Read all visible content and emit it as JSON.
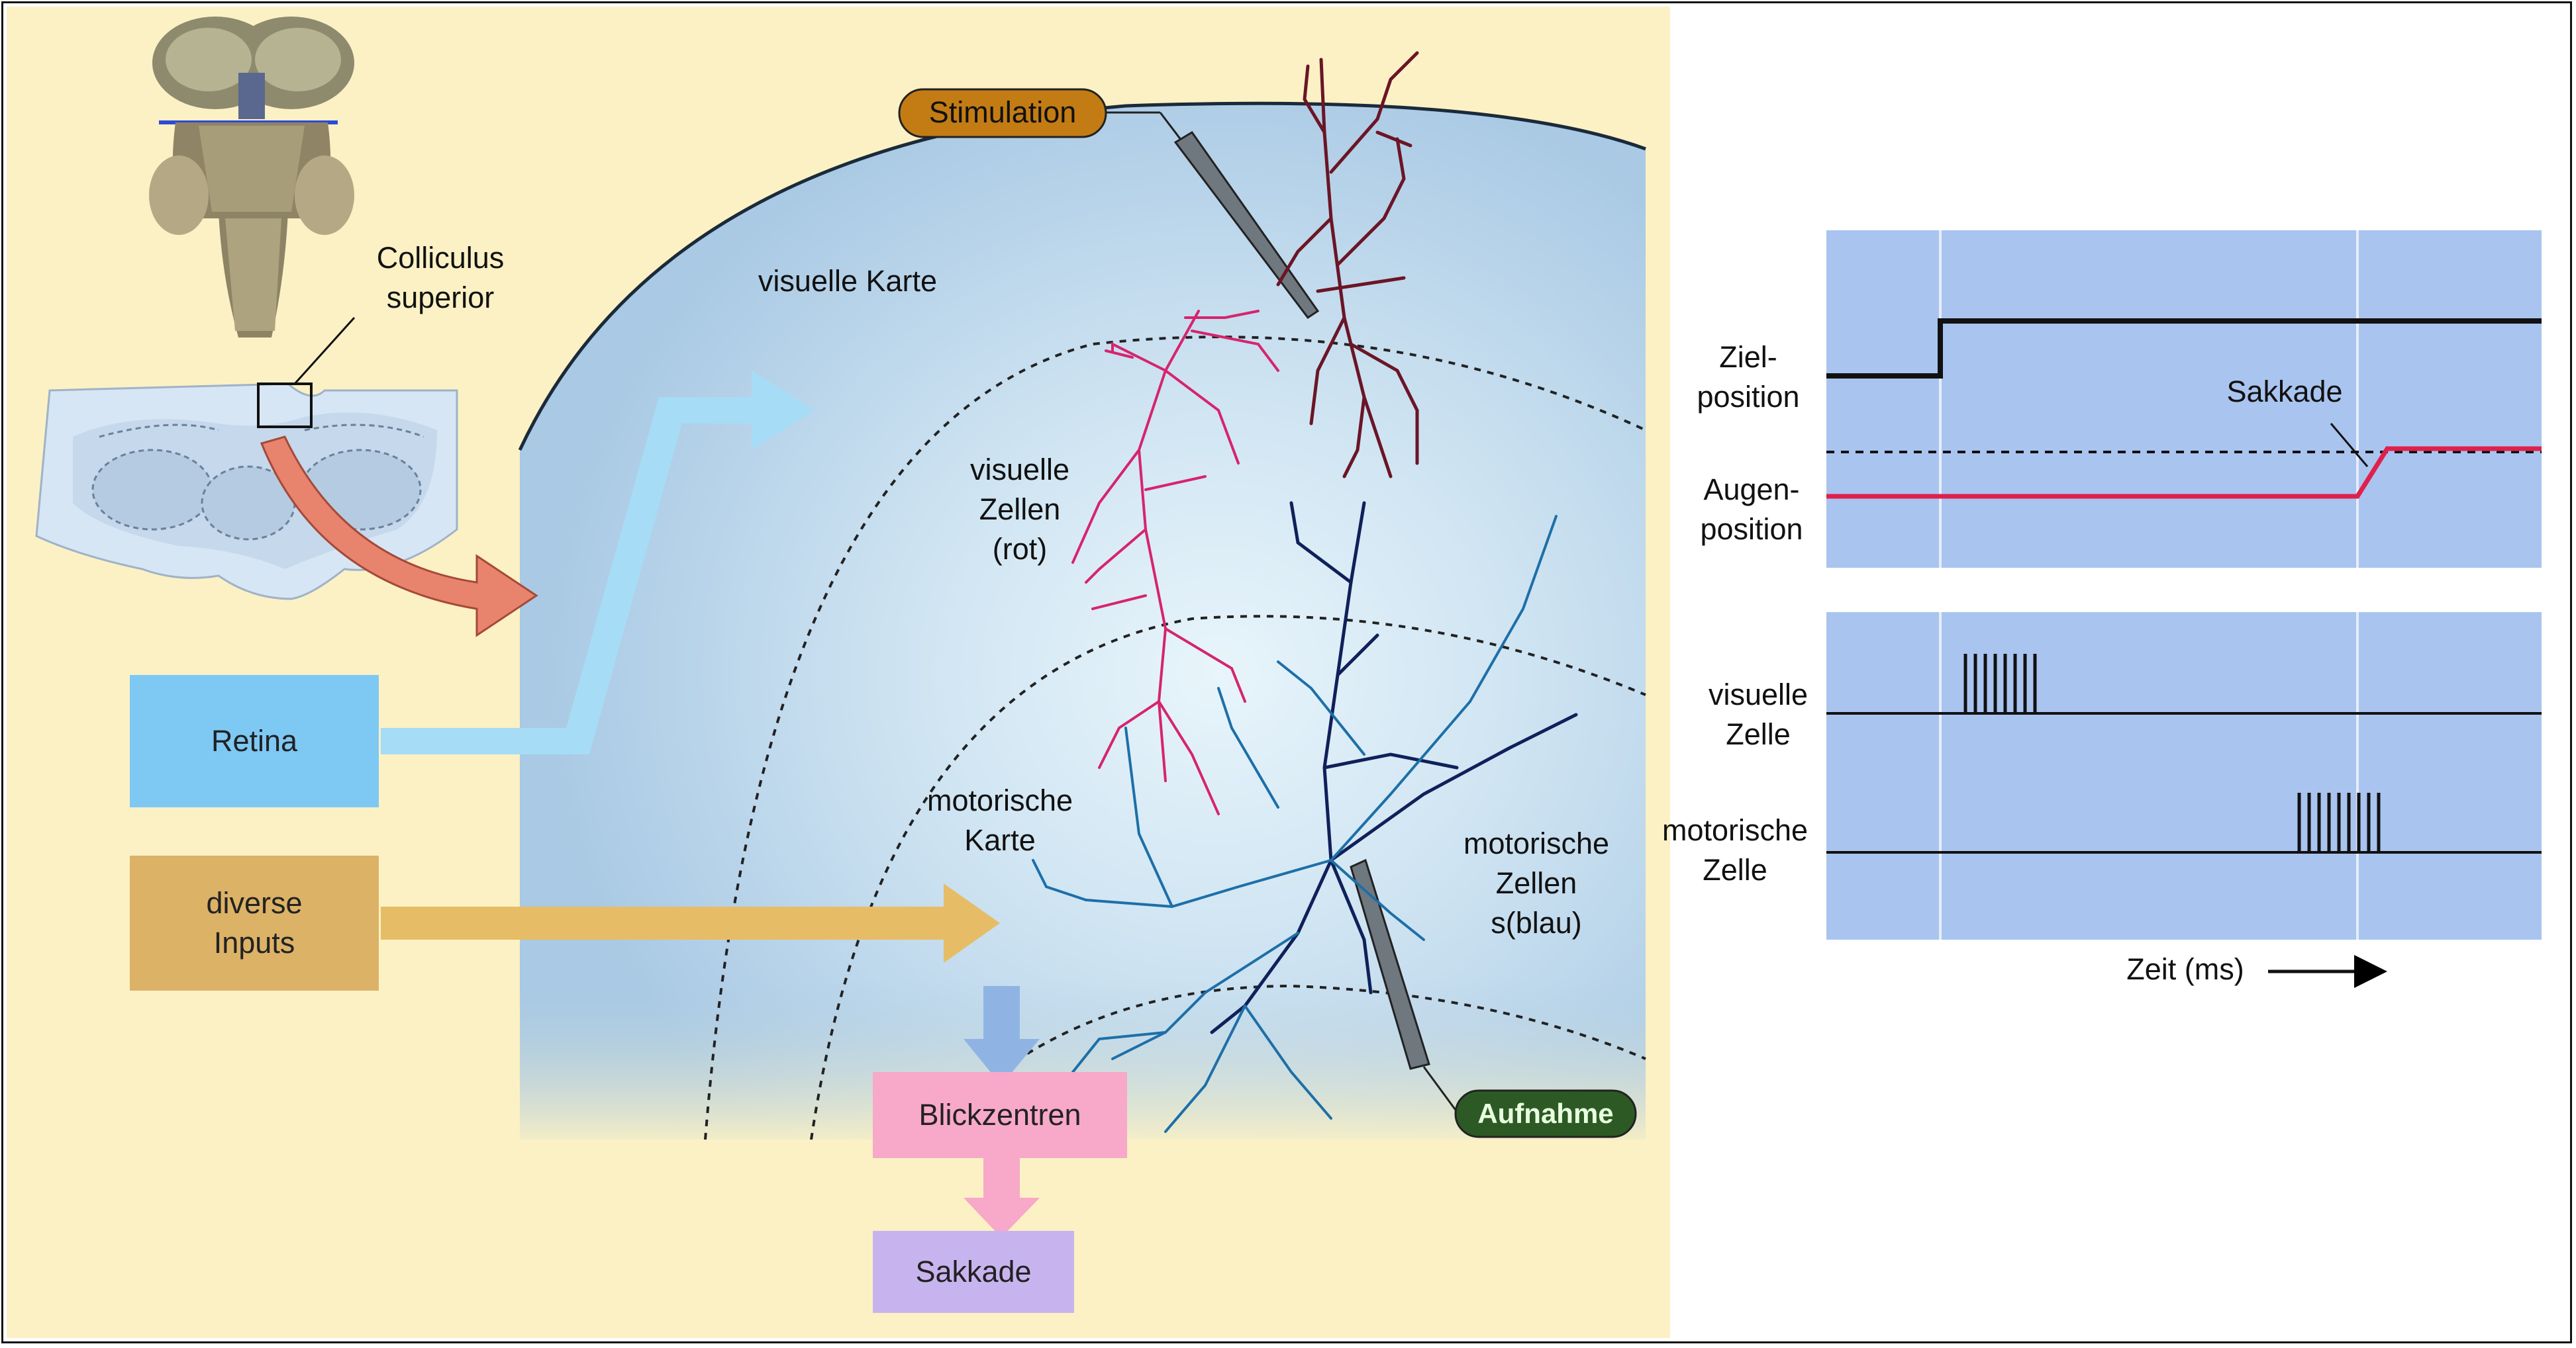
{
  "labels": {
    "colliculus": "Colliculus\nsuperior",
    "visual_map": "visuelle Karte",
    "visual_cells": "visuelle\nZellen\n(rot)",
    "motor_map": "motorische\nKarte",
    "motor_cells": "motorische\nZellen\ns(blau)",
    "stimulation": "Stimulation",
    "recording": "Aufnahme"
  },
  "boxes": {
    "retina": "Retina",
    "inputs": "diverse\nInputs",
    "gaze_centers": "Blickzentren",
    "saccade": "Sakkade"
  },
  "plots": {
    "target_position": "Ziel-\nposition",
    "eye_position": "Augen-\nposition",
    "saccade": "Sakkade",
    "visual_cell": "visuelle\nZelle",
    "motor_cell": "motorische\nZelle",
    "time_axis": "Zeit (ms)"
  },
  "colors": {
    "panel_bg": "#fbf1c4",
    "tissue_blue": "#a9c9e4",
    "plot_blue": "#a9c4ef",
    "retina_box": "#7ec8f4",
    "inputs_box": "#dcb267",
    "gaze_box": "#f8a8c8",
    "saccade_box": "#c7b4ef",
    "visual_neuron": "#d6246e",
    "motor_neuron": "#1d6fa8",
    "stim_neuron": "#6b1526",
    "eye_trace": "#e0204c",
    "stimulation_pill": "#c37c14",
    "recording_pill": "#2d5a24"
  },
  "spikes": {
    "visual_cell_ms": [
      0,
      1,
      2,
      3,
      4,
      5,
      6,
      7
    ],
    "motor_cell_ms": [
      0,
      1,
      2,
      3,
      4,
      5,
      6,
      7,
      8
    ]
  }
}
